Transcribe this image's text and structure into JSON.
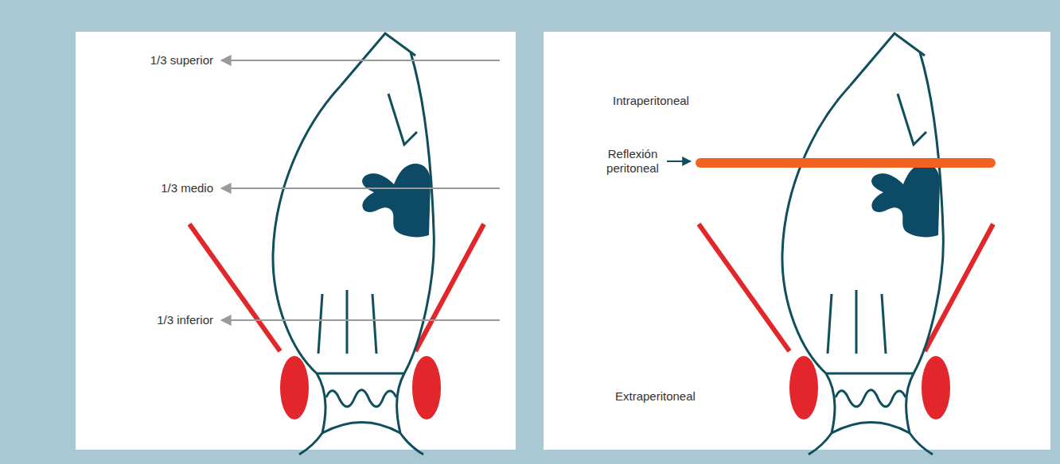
{
  "diagram": {
    "labels": [
      "1/3 superior",
      "1/3 medio",
      "1/3 inferior",
      "Intraperitoneal",
      "Reflexión peritoneal",
      "Extraperitoneal"
    ]
  }
}
